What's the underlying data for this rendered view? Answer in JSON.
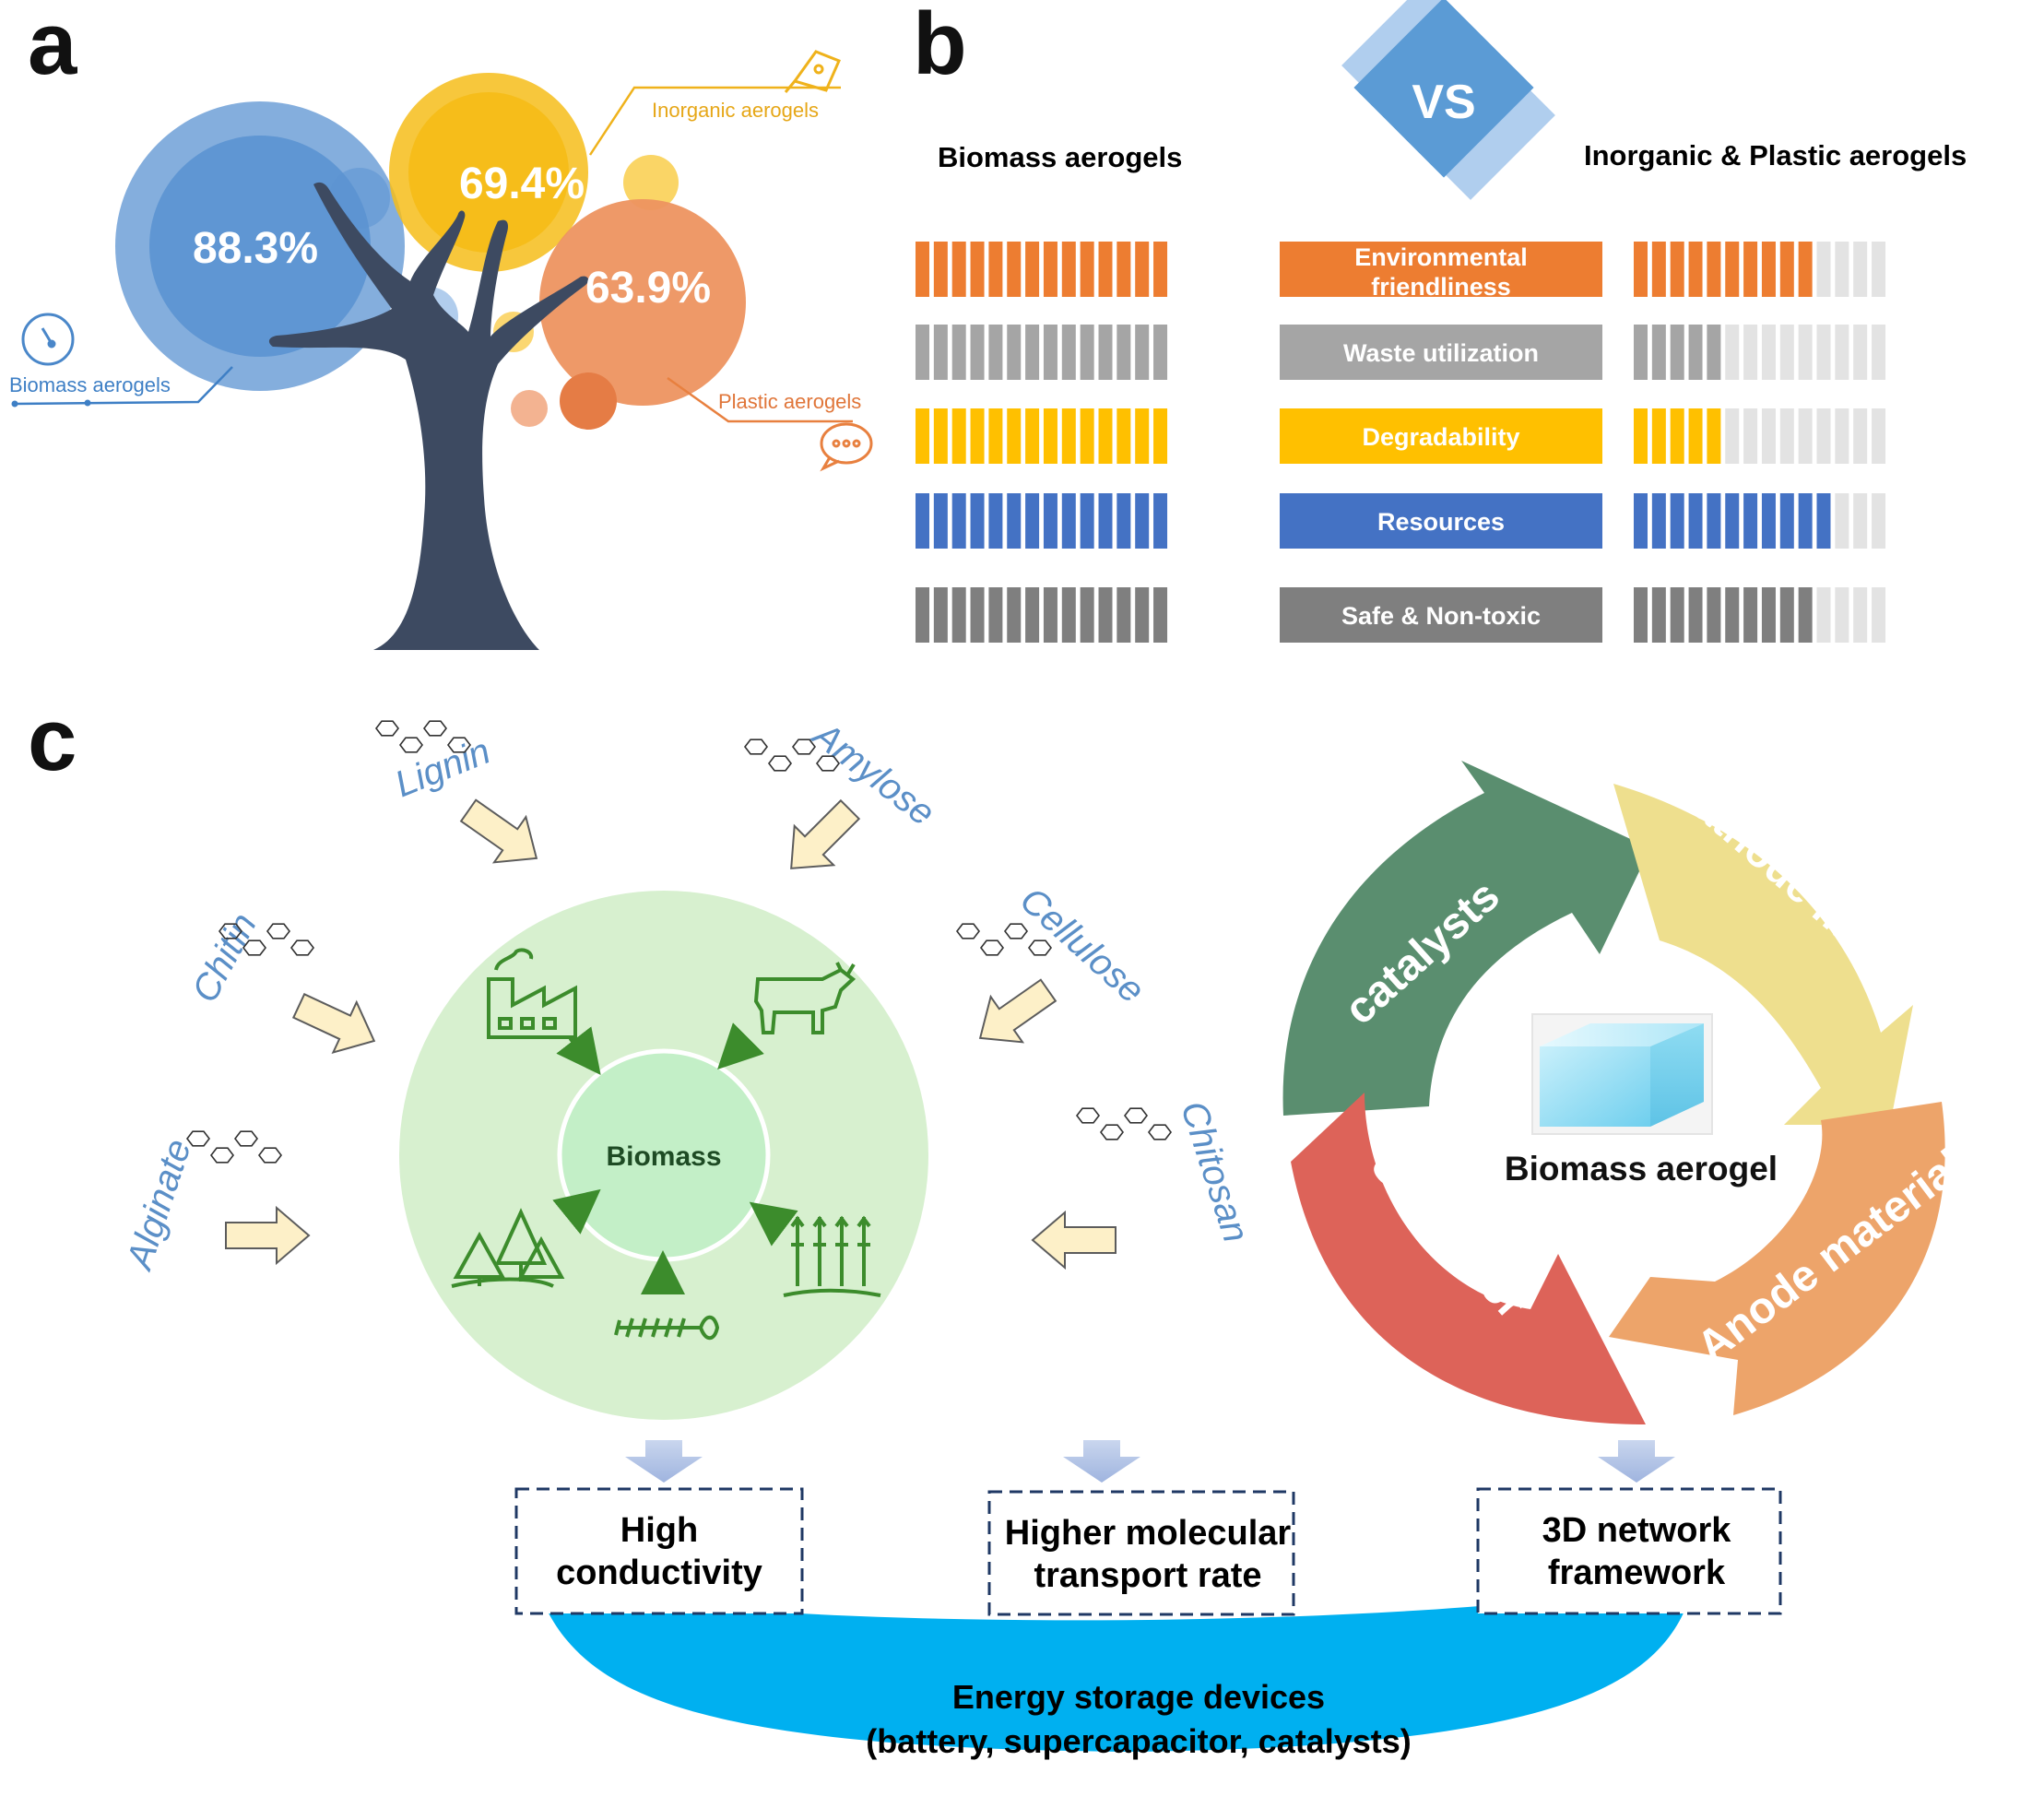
{
  "panels": {
    "a": "a",
    "b": "b",
    "c": "c"
  },
  "panel_a": {
    "bubbles": [
      {
        "label": "88.3%",
        "color": "#5b93d1"
      },
      {
        "label": "69.4%",
        "color": "#f6bd1a"
      },
      {
        "label": "63.9%",
        "color": "#ed9460"
      }
    ],
    "callouts": {
      "biomass": "Biomass aerogels",
      "inorganic": "Inorganic aerogels",
      "plastic": "Plastic aerogels"
    },
    "icons": [
      "gauge-icon",
      "pen-nib-icon",
      "chat-bubble-icon"
    ]
  },
  "panel_b": {
    "vs": "VS",
    "left_header": "Biomass aerogels",
    "right_header": "Inorganic & Plastic aerogels",
    "total_segments": 14,
    "rows": [
      {
        "label_lines": [
          "Environmental",
          "friendliness"
        ],
        "color": "#ed7d31",
        "biomass": 14,
        "other": 10
      },
      {
        "label_lines": [
          "Waste utilization"
        ],
        "color": "#a5a5a5",
        "biomass": 14,
        "other": 5
      },
      {
        "label_lines": [
          "Degradability"
        ],
        "color": "#ffc000",
        "biomass": 14,
        "other": 5
      },
      {
        "label_lines": [
          "Resources"
        ],
        "color": "#4472c4",
        "biomass": 14,
        "other": 11
      },
      {
        "label_lines": [
          "Safe & Non-toxic"
        ],
        "color": "#7f7f7f",
        "biomass": 14,
        "other": 10
      }
    ]
  },
  "panel_c": {
    "center_label": "Biomass",
    "sources": [
      "Lignin",
      "Amylose",
      "Chitin",
      "Cellulose",
      "Alginate",
      "Chitosan"
    ],
    "center_icons": [
      "factory-icon",
      "cow-icon",
      "forest-icon",
      "fish-skeleton-icon",
      "wheat-icon"
    ],
    "cycle_center": "Biomass aerogel",
    "cycle_segments": [
      {
        "label": "catalysts",
        "color": "#5a8e6f"
      },
      {
        "label": "Cathode material",
        "color": "#eedf8e"
      },
      {
        "label": "Anode material",
        "color": "#eda46a"
      },
      {
        "label": "Separator",
        "color": "#dd6359"
      }
    ],
    "boxes": [
      [
        "High",
        "conductivity"
      ],
      [
        "Higher molecular",
        "transport rate"
      ],
      [
        "3D network",
        "framework"
      ]
    ],
    "bowl": [
      "Energy storage devices",
      "(battery, supercapacitor, catalysts)"
    ]
  }
}
